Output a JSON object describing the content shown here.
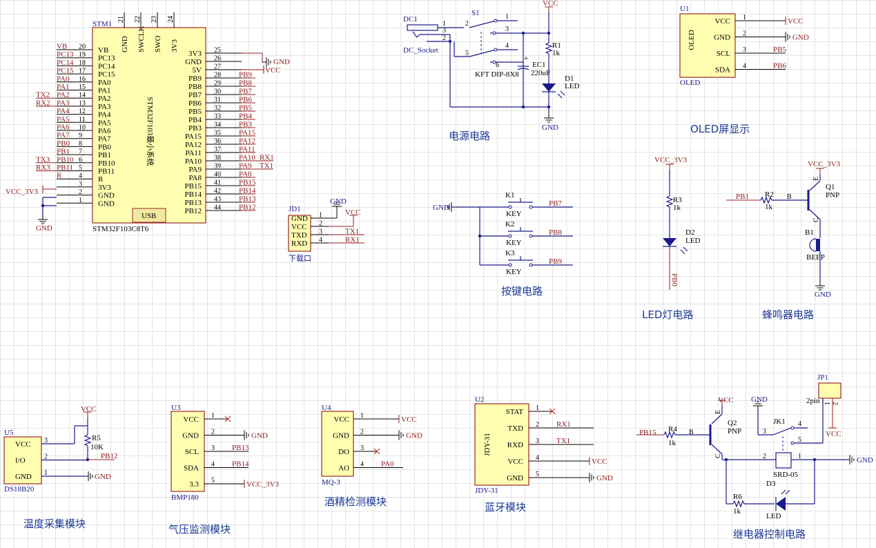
{
  "captions": {
    "power": "电源电路",
    "oled": "OLED屏显示",
    "keys": "按键电路",
    "led": "LED灯电路",
    "buzzer": "蜂鸣器电路",
    "temp": "温度采集模块",
    "pressure": "气压监测模块",
    "alcohol": "酒精检测模块",
    "bluetooth": "蓝牙模块",
    "relay": "继电器控制电路"
  },
  "stm32": {
    "ref": "STM1",
    "part": "STM32F103C8T6",
    "body_label": "STM32F103最小系统",
    "usb": "USB",
    "top_pins": [
      {
        "num": "21",
        "name": "GND"
      },
      {
        "num": "22",
        "name": "SWCLK"
      },
      {
        "num": "23",
        "name": "SWO"
      },
      {
        "num": "24",
        "name": "3V3"
      }
    ],
    "left_pins": [
      {
        "num": "20",
        "name": "VB",
        "net": "VB"
      },
      {
        "num": "19",
        "name": "PC13",
        "net": "PC13"
      },
      {
        "num": "18",
        "name": "PC14",
        "net": "PC14"
      },
      {
        "num": "17",
        "name": "PC15",
        "net": "PC15"
      },
      {
        "num": "16",
        "name": "PA0",
        "net": "PA0"
      },
      {
        "num": "15",
        "name": "PA1",
        "net": "PA1"
      },
      {
        "num": "14",
        "name": "PA2",
        "net": "PA2"
      },
      {
        "num": "13",
        "name": "PA3",
        "net": "PA3"
      },
      {
        "num": "12",
        "name": "PA4",
        "net": "PA4"
      },
      {
        "num": "11",
        "name": "PA5",
        "net": "PA5"
      },
      {
        "num": "10",
        "name": "PA6",
        "net": "PA6"
      },
      {
        "num": "9",
        "name": "PA7",
        "net": "PA7"
      },
      {
        "num": "8",
        "name": "PB0",
        "net": "PB0"
      },
      {
        "num": "7",
        "name": "PB1",
        "net": "PB1"
      },
      {
        "num": "6",
        "name": "PB10",
        "net": "PB10"
      },
      {
        "num": "5",
        "name": "PB11",
        "net": "PB11"
      },
      {
        "num": "4",
        "name": "R",
        "net": "R"
      },
      {
        "num": "3",
        "name": "3V3",
        "net": ""
      },
      {
        "num": "2",
        "name": "GND",
        "net": ""
      },
      {
        "num": "1",
        "name": "GND",
        "net": ""
      }
    ],
    "left_extra": [
      {
        "pin": "14",
        "label": "TX2"
      },
      {
        "pin": "13",
        "label": "RX2"
      },
      {
        "pin": "6",
        "label": "TX3"
      },
      {
        "pin": "5",
        "label": "RX3"
      }
    ],
    "right_pins": [
      {
        "num": "25",
        "name": "3V3",
        "net": ""
      },
      {
        "num": "26",
        "name": "GND",
        "net": ""
      },
      {
        "num": "27",
        "name": "5V",
        "net": ""
      },
      {
        "num": "28",
        "name": "PB9",
        "net": "PB9"
      },
      {
        "num": "29",
        "name": "PB8",
        "net": "PB8"
      },
      {
        "num": "30",
        "name": "PB7",
        "net": "PB7"
      },
      {
        "num": "31",
        "name": "PB6",
        "net": "PB6"
      },
      {
        "num": "32",
        "name": "PB5",
        "net": "PB5"
      },
      {
        "num": "33",
        "name": "PB4",
        "net": "PB4"
      },
      {
        "num": "34",
        "name": "PB3",
        "net": "PB3"
      },
      {
        "num": "35",
        "name": "PA15",
        "net": "PA15"
      },
      {
        "num": "36",
        "name": "PA12",
        "net": "PA12"
      },
      {
        "num": "37",
        "name": "PA11",
        "net": "PA11"
      },
      {
        "num": "38",
        "name": "PA10",
        "net": "PA10"
      },
      {
        "num": "39",
        "name": "PA9",
        "net": "PA9"
      },
      {
        "num": "40",
        "name": "PA8",
        "net": "PA8"
      },
      {
        "num": "41",
        "name": "PB15",
        "net": "PB15"
      },
      {
        "num": "42",
        "name": "PB14",
        "net": "PB14"
      },
      {
        "num": "43",
        "name": "PB13",
        "net": "PB13"
      },
      {
        "num": "44",
        "name": "PB12",
        "net": "PB12"
      }
    ],
    "right_extra": [
      {
        "pin": "38",
        "label": "RX1"
      },
      {
        "pin": "39",
        "label": "TX1"
      }
    ],
    "power_gnd": "GND",
    "power_vcc": "VCC",
    "left_vcc": "VCC_3V3",
    "left_gnd": "GND"
  },
  "jd1": {
    "ref": "JD1",
    "name": "下载口",
    "pins": [
      {
        "num": "1",
        "name": "GND"
      },
      {
        "num": "2",
        "name": "VCC"
      },
      {
        "num": "3",
        "name": "TXD",
        "net": "TX1"
      },
      {
        "num": "4",
        "name": "RXD",
        "net": "RX1"
      }
    ],
    "gnd": "GND",
    "vcc": "VCC"
  },
  "power": {
    "dc_ref": "DC1",
    "dc_name": "DC_Socket",
    "dc_pins": [
      "1",
      "3",
      "2"
    ],
    "sw_ref": "S1",
    "sw_name": "KFT DIP-8X8",
    "sw_pins": [
      "2",
      "1",
      "3",
      "4",
      "5",
      "6"
    ],
    "vcc": "VCC",
    "gnd": "GND",
    "r_ref": "R1",
    "r_val": "1k",
    "c_ref": "EC1",
    "c_val": "220uF",
    "c_plus": "+",
    "led_ref": "D1",
    "led_val": "LED"
  },
  "oled": {
    "ref": "U1",
    "name": "OLED",
    "body": "OLED",
    "pins": [
      {
        "num": "1",
        "name": "VCC",
        "net": "VCC"
      },
      {
        "num": "2",
        "name": "GND",
        "net": "GND"
      },
      {
        "num": "3",
        "name": "SCL",
        "net": "PB5"
      },
      {
        "num": "4",
        "name": "SDA",
        "net": "PB6"
      }
    ]
  },
  "keys": {
    "gnd": "GND",
    "items": [
      {
        "ref": "K1",
        "val": "KEY",
        "net": "PB7"
      },
      {
        "ref": "K2",
        "val": "KEY",
        "net": "PB8"
      },
      {
        "ref": "K3",
        "val": "KEY",
        "net": "PB9"
      }
    ]
  },
  "led": {
    "vcc": "VCC_3V3",
    "r_ref": "R3",
    "r_val": "1k",
    "d_ref": "D2",
    "d_val": "LED",
    "net": "PB0"
  },
  "buzzer": {
    "vcc": "VCC_3V3",
    "net": "PB1",
    "r_ref": "R2",
    "r_val": "1k",
    "q_ref": "Q1",
    "q_val": "PNP",
    "b": "B",
    "e": "E",
    "c": "C",
    "bz_ref": "B1",
    "bz_val": "BEEP",
    "gnd": "GND"
  },
  "temp": {
    "ref": "U5",
    "name": "DS18B20",
    "vcc": "VCC",
    "r_ref": "R5",
    "r_val": "10K",
    "net": "PB12",
    "gnd": "GND",
    "pins": [
      {
        "num": "3",
        "name": "VCC"
      },
      {
        "num": "2",
        "name": "I/O"
      },
      {
        "num": "1",
        "name": "GND"
      }
    ]
  },
  "pressure": {
    "ref": "U3",
    "name": "BMP180",
    "pins": [
      {
        "num": "1",
        "name": "VCC",
        "net": ""
      },
      {
        "num": "2",
        "name": "GND",
        "net": "GND"
      },
      {
        "num": "3",
        "name": "SCL",
        "net": "PB13"
      },
      {
        "num": "4",
        "name": "SDA",
        "net": "PB14"
      },
      {
        "num": "5",
        "name": "3.3",
        "net": "VCC_3V3"
      }
    ]
  },
  "alcohol": {
    "ref": "U4",
    "name": "MQ-3",
    "pins": [
      {
        "num": "1",
        "name": "VCC",
        "net": "VCC"
      },
      {
        "num": "2",
        "name": "GND",
        "net": "GND"
      },
      {
        "num": "3",
        "name": "DO",
        "net": ""
      },
      {
        "num": "4",
        "name": "AO",
        "net": "PA0"
      }
    ]
  },
  "bluetooth": {
    "ref": "U2",
    "name": "JDY-31",
    "body": "JDY-31",
    "pins": [
      {
        "num": "1",
        "name": "STAT",
        "net": ""
      },
      {
        "num": "2",
        "name": "TXD",
        "net": "RX1"
      },
      {
        "num": "3",
        "name": "RXD",
        "net": "TX1"
      },
      {
        "num": "4",
        "name": "VCC",
        "net": "VCC"
      },
      {
        "num": "5",
        "name": "GND",
        "net": "GND"
      }
    ]
  },
  "relay": {
    "vcc": "VCC",
    "gnd": "GND",
    "net": "PB15",
    "r4_ref": "R4",
    "r4_val": "1k",
    "q_ref": "Q2",
    "q_val": "PNP",
    "b": "B",
    "e": "E",
    "c": "C",
    "jk_ref": "JK1",
    "jk_val": "SRD-05",
    "jk_pins": [
      "3",
      "4",
      "5",
      "2",
      "1"
    ],
    "jp_ref": "JP1",
    "jp_val": "2pin",
    "jp_pins": [
      "1",
      "2"
    ],
    "jp_vcc": "VCC",
    "r6_ref": "R6",
    "r6_val": "1k",
    "d_ref": "D3",
    "d_val": "LED",
    "right_gnd": "GND"
  }
}
